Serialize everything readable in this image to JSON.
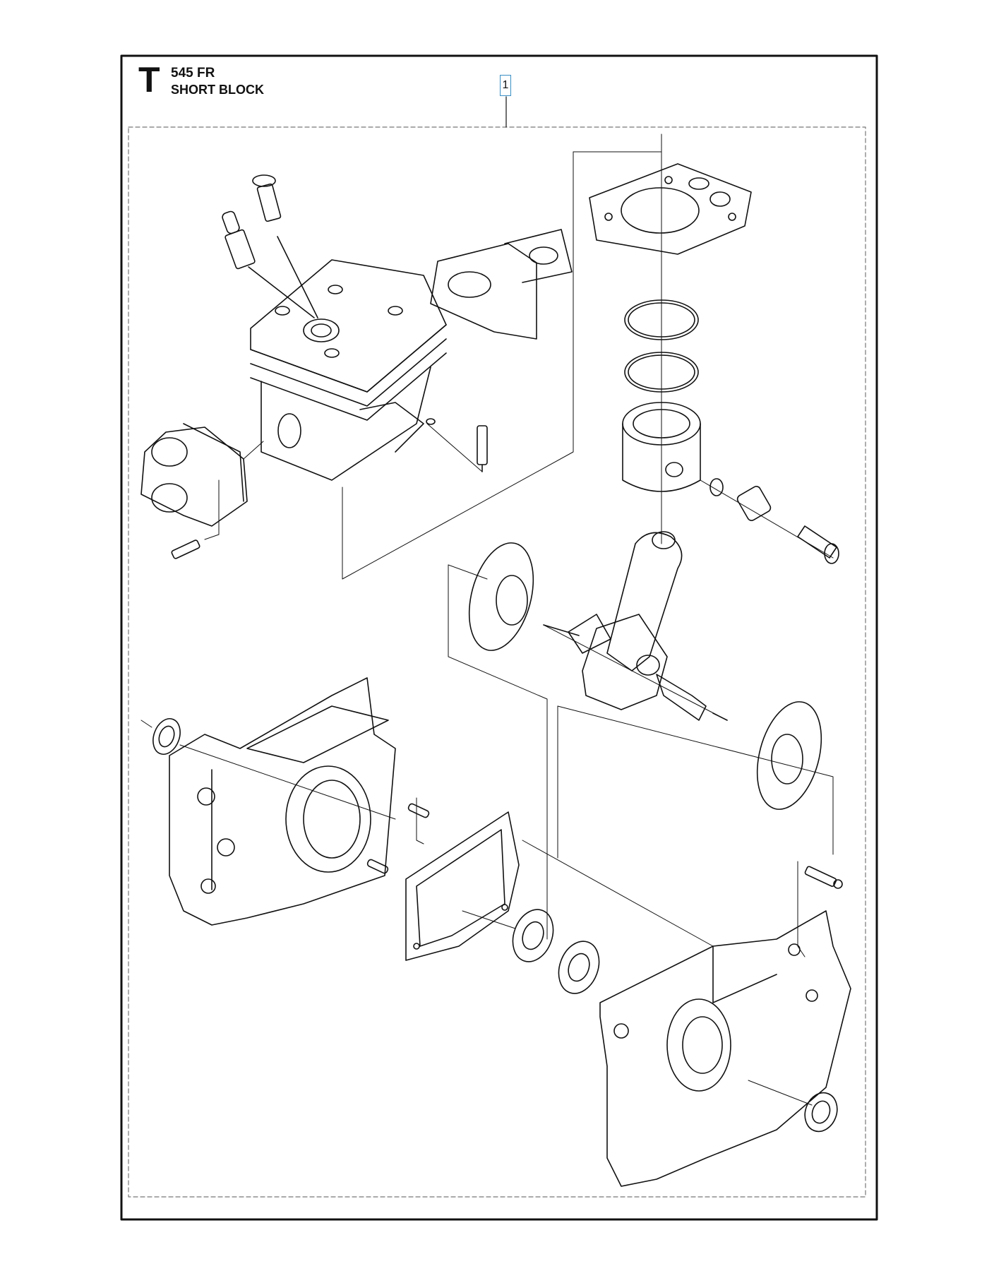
{
  "header": {
    "section_letter": "T",
    "model": "545 FR",
    "title": "SHORT BLOCK"
  },
  "callouts": [
    {
      "label": "1"
    }
  ],
  "parts": [
    "spark-plug",
    "decompression-valve",
    "cylinder",
    "muffler-gasket",
    "cylinder-base-gasket",
    "piston-ring",
    "piston-ring",
    "piston",
    "piston-pin-circlip",
    "needle-bearing",
    "piston-pin",
    "intake-manifold",
    "screw",
    "screw",
    "crankshaft",
    "crank-washer",
    "crank-washer",
    "crankcase-left",
    "crankcase-right",
    "oil-seal",
    "oil-seal",
    "guide-pin",
    "guide-pin",
    "crankcase-gasket",
    "ball-bearing",
    "ball-bearing",
    "screw"
  ]
}
